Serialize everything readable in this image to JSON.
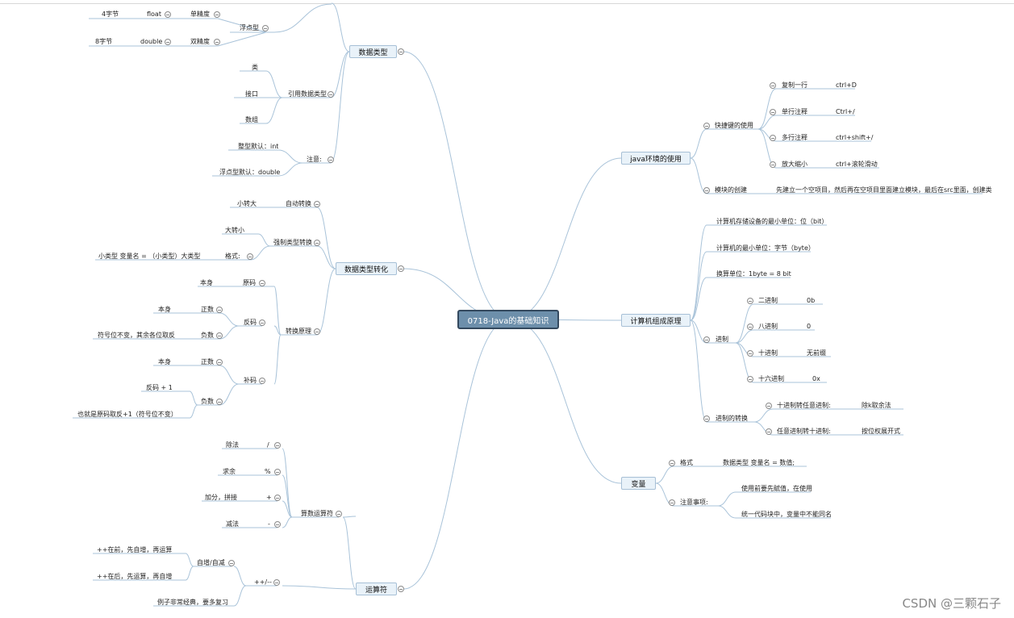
{
  "root": "0718-Java的基础知识",
  "watermark": "CSDN @三颗石子",
  "main_topics": {
    "data_types": "数据类型",
    "type_conversion": "数据类型转化",
    "operators": "运算符",
    "java_env": "java环境的使用",
    "computer": "计算机组成原理",
    "variables": "变量"
  },
  "data_types": {
    "float_size": "4字节",
    "float_kw": "float",
    "float_name": "单精度",
    "double_size": "8字节",
    "double_kw": "double",
    "double_name": "双精度",
    "floating": "浮点型",
    "ref": "引用数据类型",
    "ref_class": "类",
    "ref_interface": "接口",
    "ref_array": "数组",
    "note": "注意:",
    "note_int": "整型默认：int",
    "note_double": "浮点型默认：double"
  },
  "conversion": {
    "auto": "自动转换",
    "auto_desc": "小转大",
    "forced": "强制类型转换",
    "forced_desc": "大转小",
    "format": "格式:",
    "format_desc": "小类型 变量名 = （小类型）大类型",
    "principle": "转换原理",
    "original": "原码",
    "original_desc": "本身",
    "ones": "反码",
    "ones_pos": "正数",
    "ones_pos_desc": "本身",
    "ones_neg": "负数",
    "ones_neg_desc": "符号位不变，其余各位取反",
    "twos": "补码",
    "twos_pos": "正数",
    "twos_pos_desc": "本身",
    "twos_neg": "负数",
    "twos_neg_desc1": "反码 + 1",
    "twos_neg_desc2": "也就是原码取反+1（符号位不变）"
  },
  "operators": {
    "arith": "算数运算符",
    "div": "除法",
    "div_sym": "/",
    "mod": "求余",
    "mod_sym": "%",
    "add": "加分，拼接",
    "add_sym": "+",
    "sub": "减法",
    "sub_sym": "-",
    "incdec": "++/--",
    "selfop": "自增/自减",
    "pre": "++在前，先自增，再运算",
    "post": "++在后，先运算，再自增",
    "example": "例子非常经典，要多复习"
  },
  "java_env": {
    "shortcuts": "快捷键的使用",
    "copy": "复制一行",
    "copy_key": "ctrl+D",
    "single": "单行注释",
    "single_key": "Ctrl+/",
    "multi": "多行注释",
    "multi_key": "ctrl+shift+/",
    "zoom": "放大缩小",
    "zoom_key": "ctrl+滚轮滑动",
    "module": "模块的创建",
    "module_desc": "先建立一个空项目，然后再在空项目里面建立模块，最后在src里面，创建类"
  },
  "computer": {
    "min_storage": "计算机存储设备的最小单位：位（bit）",
    "min_unit": "计算机的最小单位：字节（byte）",
    "convert": "换算单位：1byte = 8 bit",
    "radix": "进制",
    "bin": "二进制",
    "bin_p": "0b",
    "oct": "八进制",
    "oct_p": "0",
    "dec": "十进制",
    "dec_p": "无前缀",
    "hex": "十六进制",
    "hex_p": "0x",
    "radix_conv": "进制的转换",
    "dec_to_any": "十进制转任意进制:",
    "dec_to_any_m": "除k取余法",
    "any_to_dec": "任意进制转十进制:",
    "any_to_dec_m": "按位权展开式"
  },
  "variables": {
    "format": "格式",
    "format_desc": "数据类型 变量名 = 数值;",
    "notes": "注意事项:",
    "note1": "使用前要先赋值，在使用",
    "note2": "统一代码块中，变量中不能同名"
  }
}
